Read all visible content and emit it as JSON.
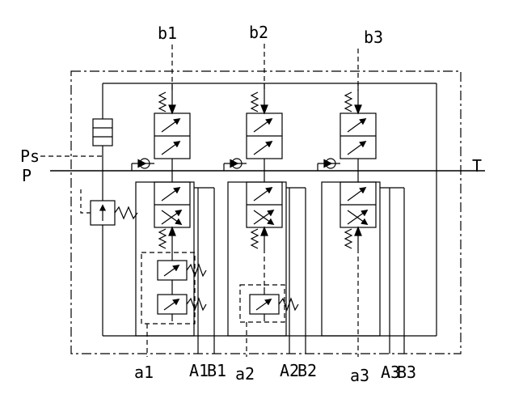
{
  "figure": {
    "description": "Hydraulic sectional directional control valve block schematic with three spool sections",
    "background": "#ffffff",
    "stroke_color": "#000000",
    "top_pilot_ports": [
      {
        "label": "b1"
      },
      {
        "label": "b2"
      },
      {
        "label": "b3"
      }
    ],
    "bottom_pilot_ports": [
      {
        "label": "a1"
      },
      {
        "label": "a2"
      },
      {
        "label": "a3"
      }
    ],
    "work_ports": [
      {
        "label": "A1"
      },
      {
        "label": "B1"
      },
      {
        "label": "A2"
      },
      {
        "label": "B2"
      },
      {
        "label": "A3"
      },
      {
        "label": "B3"
      }
    ],
    "pilot_supply_label": "Ps",
    "pressure_label": "P",
    "tank_label": "T"
  }
}
